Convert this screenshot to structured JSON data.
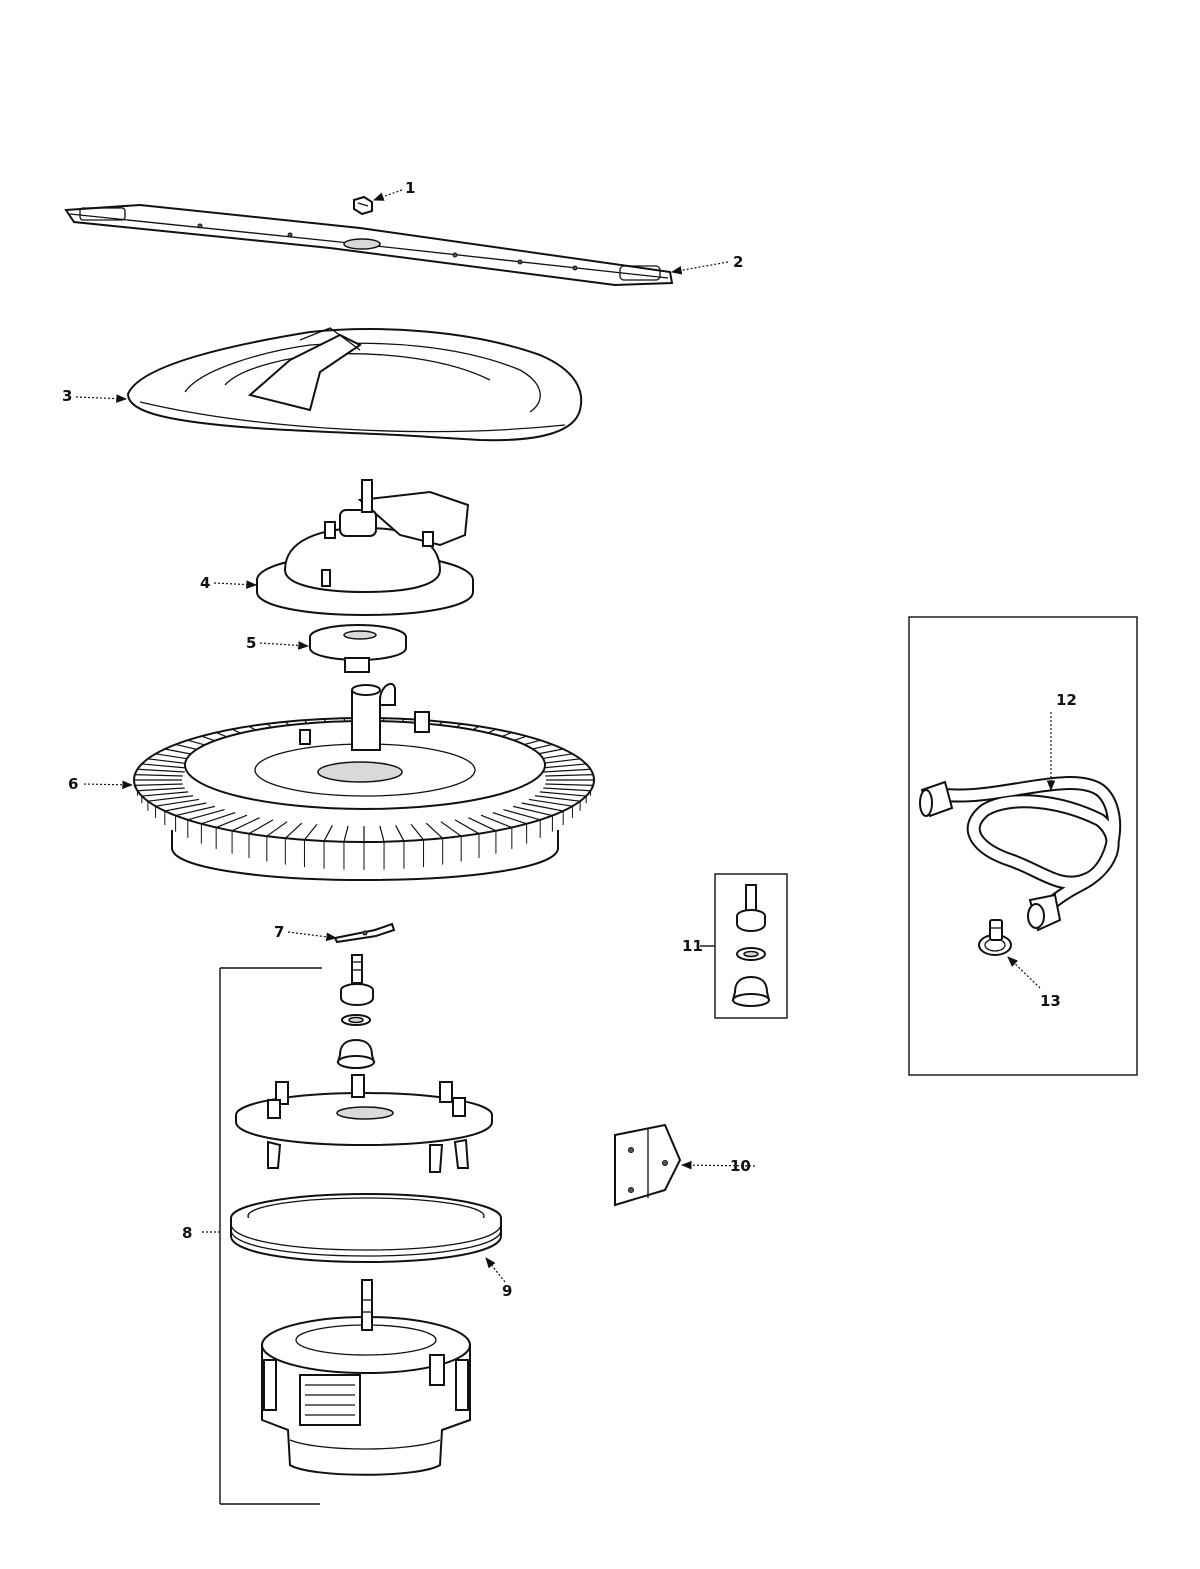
{
  "callouts": {
    "c1": "1",
    "c2": "2",
    "c3": "3",
    "c4": "4",
    "c5": "5",
    "c6": "6",
    "c7": "7",
    "c8": "8",
    "c9": "9",
    "c10": "10",
    "c11": "11",
    "c12": "12",
    "c13": "13"
  },
  "colors": {
    "line": "#111111",
    "fill": "#ffffff",
    "shade": "#d9d9d9"
  }
}
